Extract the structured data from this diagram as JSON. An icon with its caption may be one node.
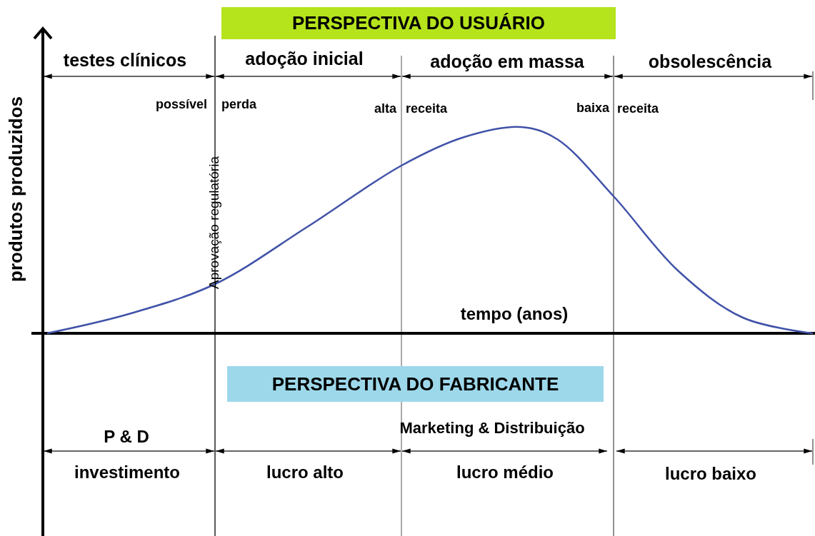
{
  "diagram": {
    "nodes": [
      {
        "text": [
          "PERSPECTIVA DO USUÁRIO"
        ]
      },
      {
        "text": [
          "PERSPECTIVA DO FABRICANTE"
        ]
      }
    ],
    "edges": [],
    "labels": [
      "testes clínicos",
      "adoção inicial",
      "adoção em massa",
      "obsolescência",
      "possível",
      "perda",
      "alta",
      "receita",
      "baixa",
      "receita",
      "produtos produzidos",
      "Aprovação regulatória",
      "tempo (anos)",
      "P & D",
      "Marketing & Distribuição",
      "investimento",
      "lucro alto",
      "lucro médio",
      "lucro baixo"
    ]
  }
}
